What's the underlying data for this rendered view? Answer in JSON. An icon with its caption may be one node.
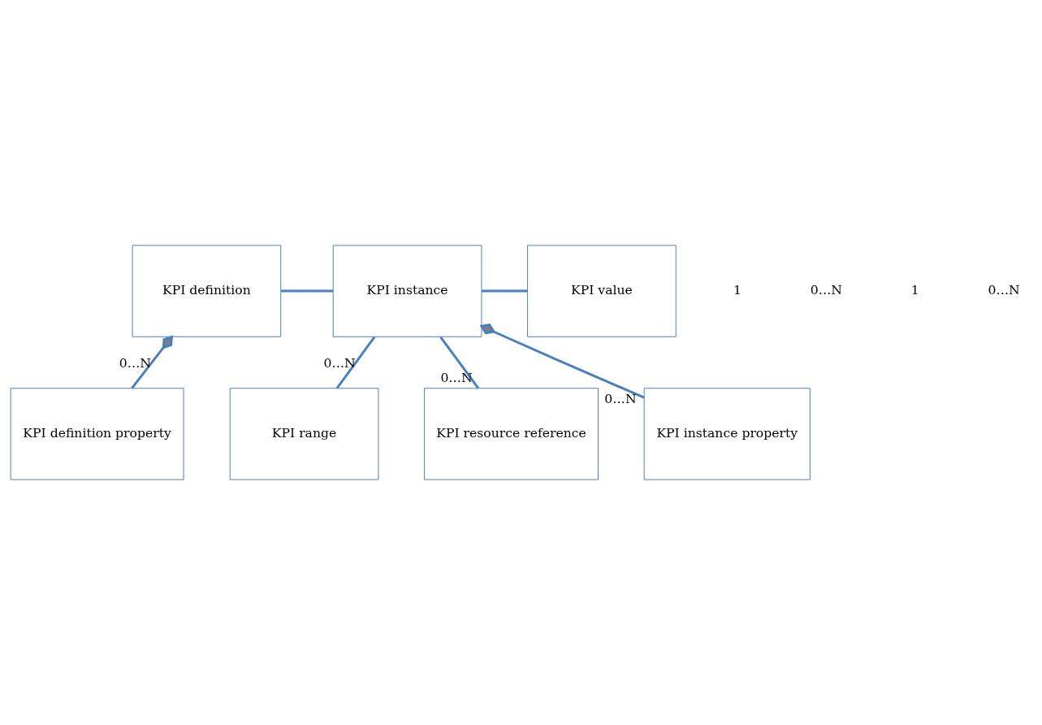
{
  "diagram": {
    "nodes": [
      {
        "text": [
          "KPI definition"
        ]
      },
      {
        "text": [
          "KPI instance"
        ]
      },
      {
        "text": [
          "KPI value"
        ]
      },
      {
        "text": [
          "KPI range"
        ]
      },
      {
        "text": [
          "KPI resource reference"
        ]
      },
      {
        "text": [
          "KPI definition property"
        ]
      },
      {
        "text": [
          "KPI instance property"
        ]
      }
    ],
    "edges": [
      {
        "from": 0,
        "to": 1,
        "arrow": "none"
      },
      {
        "from": 1,
        "to": 2,
        "arrow": "none"
      },
      {
        "from": 1,
        "to": 3,
        "arrow": "none",
        "label": "0…N"
      },
      {
        "from": 1,
        "to": 4,
        "arrow": "none",
        "label": "0…N"
      },
      {
        "from": 0,
        "to": 5,
        "arrow": "other",
        "label": "0…N"
      },
      {
        "from": 1,
        "to": 6,
        "arrow": "other",
        "label": "0…N"
      }
    ],
    "labels": [
      "1",
      "0…N",
      "1",
      "0…N"
    ]
  }
}
